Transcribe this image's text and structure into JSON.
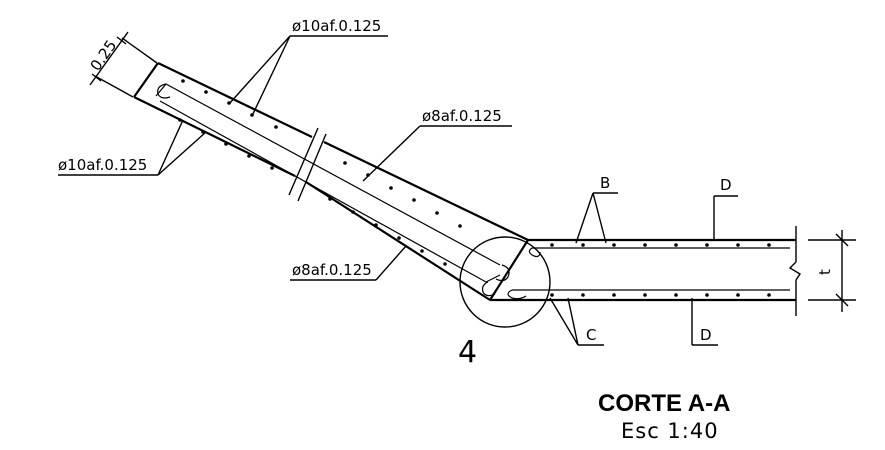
{
  "labels": {
    "top_rebar": "ø10af.0.125",
    "left_rebar": "ø10af.0.125",
    "mid_rebar": "ø8af.0.125",
    "low_rebar": "ø8af.0.125",
    "thickness_dim": "0.25",
    "label_b": "B",
    "label_c": "C",
    "label_d_top": "D",
    "label_d_bottom": "D",
    "label_t": "t",
    "detail_number": "4"
  },
  "title": {
    "section": "CORTE A-A",
    "scale": "Esc  1:40"
  }
}
